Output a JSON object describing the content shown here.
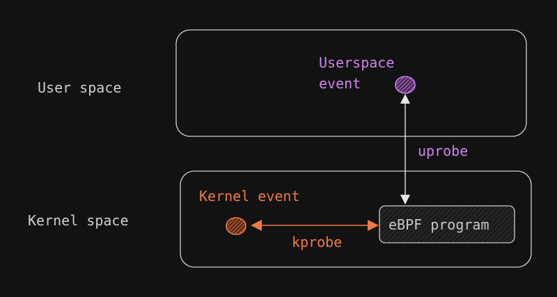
{
  "layers": {
    "user_space_label": "User space",
    "kernel_space_label": "Kernel space"
  },
  "events": {
    "userspace_event_line1": "Userspace",
    "userspace_event_line2": "event",
    "kernel_event": "Kernel event"
  },
  "program": {
    "label": "eBPF program"
  },
  "probes": {
    "uprobe": "uprobe",
    "kprobe": "kprobe"
  },
  "colors": {
    "background": "#121212",
    "outline": "#cfcfcf",
    "userspace_accent": "#d084f0",
    "kernel_accent": "#f07a45"
  }
}
